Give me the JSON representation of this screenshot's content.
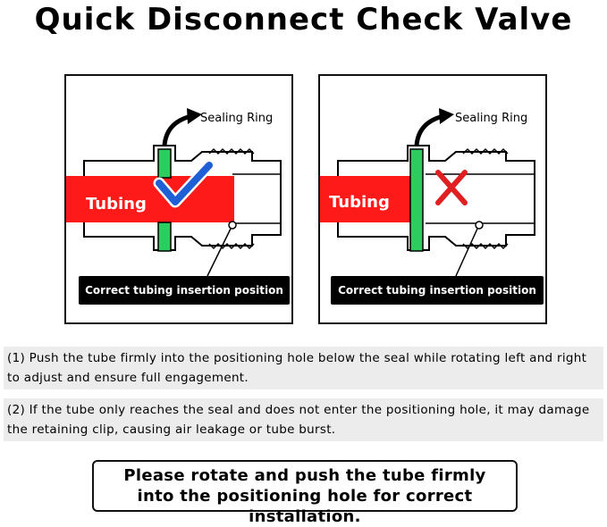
{
  "title": "Quick Disconnect Check Valve",
  "panels": [
    {
      "seal_label": "Sealing Ring",
      "tubing_label": "Tubing",
      "caption": "Correct tubing insertion position",
      "mark": "check-icon"
    },
    {
      "seal_label": "Sealing Ring",
      "tubing_label": "Tubing",
      "caption": "Correct tubing insertion position",
      "mark": "cross-icon"
    }
  ],
  "notes": [
    "(1) Push the tube firmly into the positioning hole below the seal while rotating left and right to adjust and ensure full engagement.",
    "(2) If the tube only reaches the seal and does not enter the positioning hole, it may damage the retaining clip, causing air leakage or tube burst."
  ],
  "instruction": "Please rotate and push the tube firmly into the positioning hole for correct installation.",
  "colors": {
    "tubing": "#ff1a1a",
    "seal": "#2ecc5f",
    "check": "#1f5fd6",
    "cross": "#e02020",
    "note_bg": "#ececec"
  }
}
